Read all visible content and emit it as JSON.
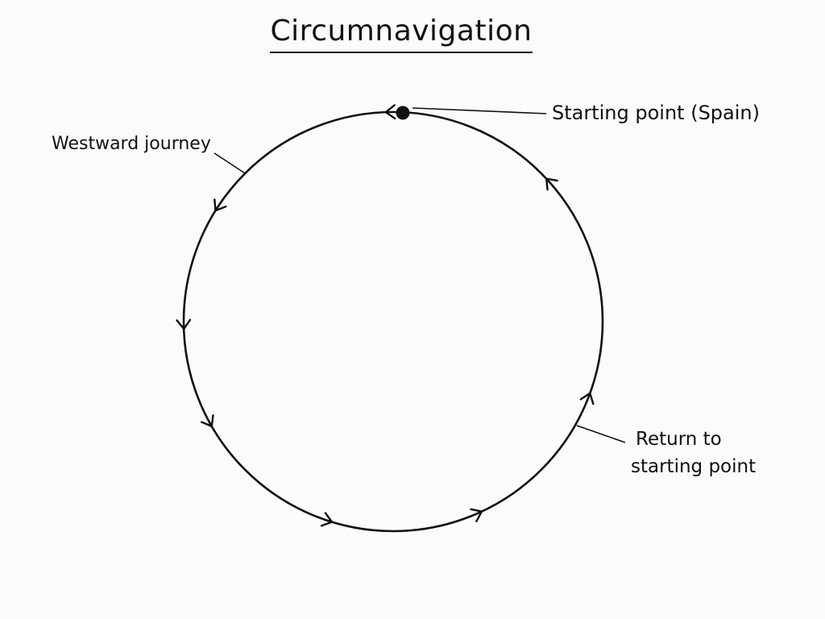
{
  "title": "Circumnavigation",
  "labels": {
    "start": "Starting point (Spain)",
    "westward": "Westward journey",
    "return_line1": "Return to",
    "return_line2": "starting point"
  },
  "colors": {
    "ink": "#111111",
    "background": "#fbfbfb"
  }
}
